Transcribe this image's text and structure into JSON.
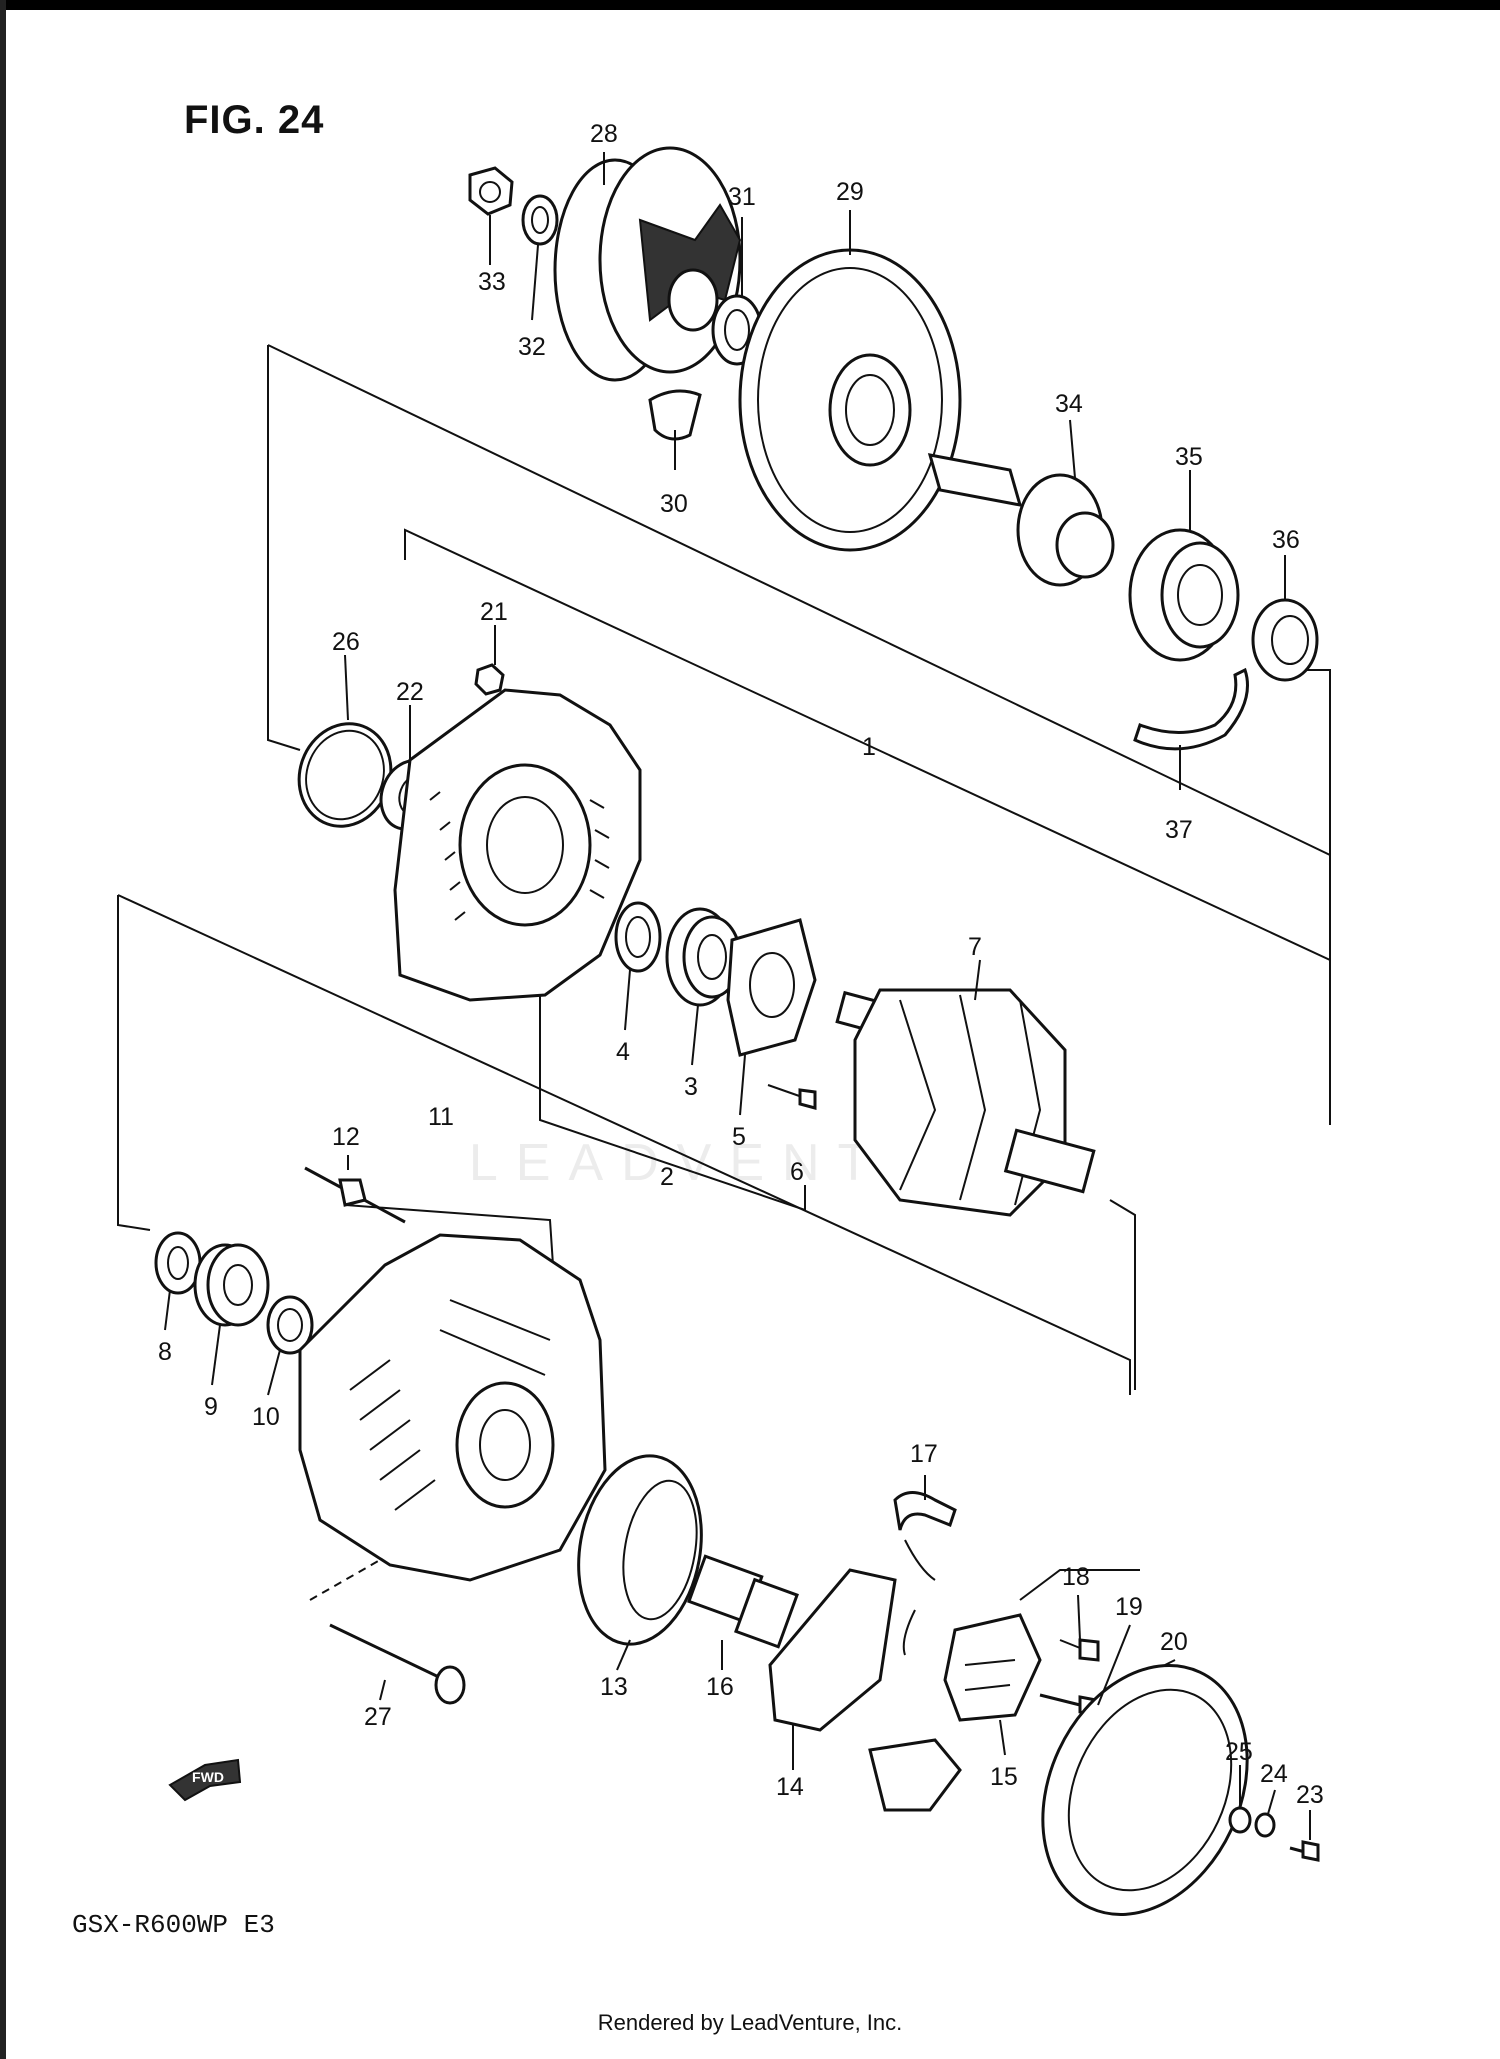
{
  "figure": {
    "title": "FIG. 24",
    "model_code": "GSX-R600WP  E3",
    "watermark": "LEADVENTURE",
    "footer": "Rendered by LeadVenture, Inc.",
    "fwd_label": "FWD"
  },
  "callouts": [
    "1",
    "2",
    "3",
    "4",
    "5",
    "6",
    "7",
    "8",
    "9",
    "10",
    "11",
    "12",
    "13",
    "14",
    "15",
    "16",
    "17",
    "18",
    "19",
    "20",
    "21",
    "22",
    "23",
    "24",
    "25",
    "26",
    "27",
    "28",
    "29",
    "30",
    "31",
    "32",
    "33",
    "34",
    "35",
    "36",
    "37"
  ]
}
